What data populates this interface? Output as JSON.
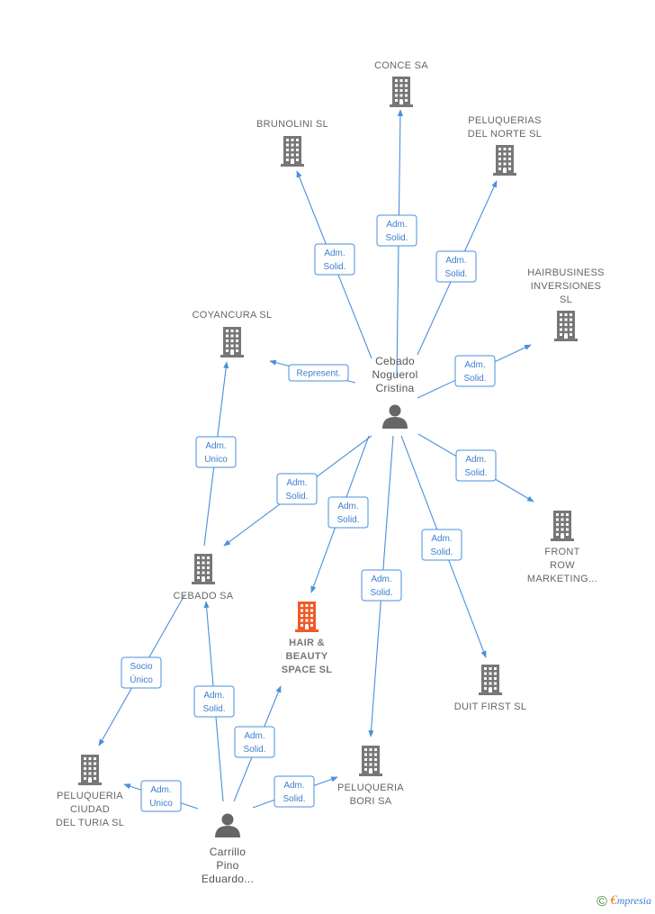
{
  "colors": {
    "edge": "#4a8fdc",
    "building": "#777777",
    "main_building": "#f05a28",
    "person": "#666666",
    "label": "#666666"
  },
  "companies": [
    {
      "id": "conce",
      "lines": [
        "CONCE SA"
      ],
      "icon": "building-icon"
    },
    {
      "id": "brunolini",
      "lines": [
        "BRUNOLINI SL"
      ],
      "icon": "building-icon"
    },
    {
      "id": "peluquerias-norte",
      "lines": [
        "PELUQUERIAS",
        "DEL NORTE SL"
      ],
      "icon": "building-icon"
    },
    {
      "id": "hairbusiness",
      "lines": [
        "HAIRBUSINESS",
        "INVERSIONES",
        "SL"
      ],
      "icon": "building-icon"
    },
    {
      "id": "coyancura",
      "lines": [
        "COYANCURA SL"
      ],
      "icon": "building-icon"
    },
    {
      "id": "front-row",
      "lines": [
        "FRONT",
        "ROW",
        "MARKETING..."
      ],
      "icon": "building-icon"
    },
    {
      "id": "cebado",
      "lines": [
        "CEBADO SA"
      ],
      "icon": "building-icon"
    },
    {
      "id": "hair-beauty",
      "lines": [
        "HAIR &",
        "BEAUTY",
        "SPACE  SL"
      ],
      "icon": "building-icon",
      "main": true
    },
    {
      "id": "duit-first",
      "lines": [
        "DUIT FIRST SL"
      ],
      "icon": "building-icon"
    },
    {
      "id": "peluqueria-ciudad",
      "lines": [
        "PELUQUERIA",
        "CIUDAD",
        "DEL TURIA SL"
      ],
      "icon": "building-icon"
    },
    {
      "id": "peluqueria-bori",
      "lines": [
        "PELUQUERIA",
        "BORI SA"
      ],
      "icon": "building-icon"
    }
  ],
  "persons": [
    {
      "id": "cebado-noguerol",
      "lines": [
        "Cebado",
        "Noguerol",
        "Cristina"
      ],
      "icon": "person-icon"
    },
    {
      "id": "carrillo-pino",
      "lines": [
        "Carrillo",
        "Pino",
        "Eduardo..."
      ],
      "icon": "person-icon"
    }
  ],
  "edges": [
    {
      "from": "cebado-noguerol",
      "to": "conce",
      "lines": [
        "Adm.",
        "Solid."
      ]
    },
    {
      "from": "cebado-noguerol",
      "to": "brunolini",
      "lines": [
        "Adm.",
        "Solid."
      ]
    },
    {
      "from": "cebado-noguerol",
      "to": "peluquerias-norte",
      "lines": [
        "Adm.",
        "Solid."
      ]
    },
    {
      "from": "cebado-noguerol",
      "to": "hairbusiness",
      "lines": [
        "Adm.",
        "Solid."
      ]
    },
    {
      "from": "cebado-noguerol",
      "to": "coyancura",
      "lines": [
        "Represent."
      ]
    },
    {
      "from": "cebado-noguerol",
      "to": "front-row",
      "lines": [
        "Adm.",
        "Solid."
      ]
    },
    {
      "from": "cebado-noguerol",
      "to": "cebado",
      "lines": [
        "Adm.",
        "Solid."
      ]
    },
    {
      "from": "cebado-noguerol",
      "to": "hair-beauty",
      "lines": [
        "Adm.",
        "Solid."
      ]
    },
    {
      "from": "cebado-noguerol",
      "to": "peluqueria-bori",
      "lines": [
        "Adm.",
        "Solid."
      ]
    },
    {
      "from": "cebado-noguerol",
      "to": "duit-first",
      "lines": [
        "Adm.",
        "Solid."
      ]
    },
    {
      "from": "cebado",
      "to": "coyancura",
      "lines": [
        "Adm.",
        "Unico"
      ]
    },
    {
      "from": "cebado",
      "to": "peluqueria-ciudad",
      "lines": [
        "Socio",
        "Único"
      ]
    },
    {
      "from": "carrillo-pino",
      "to": "cebado",
      "lines": [
        "Adm.",
        "Solid."
      ]
    },
    {
      "from": "carrillo-pino",
      "to": "hair-beauty",
      "lines": [
        "Adm.",
        "Solid."
      ]
    },
    {
      "from": "carrillo-pino",
      "to": "peluqueria-ciudad",
      "lines": [
        "Adm.",
        "Unico"
      ]
    },
    {
      "from": "carrillo-pino",
      "to": "peluqueria-bori",
      "lines": [
        "Adm.",
        "Solid."
      ]
    }
  ],
  "brand": {
    "copyright": "©",
    "e": "€",
    "rest": "mpresia"
  }
}
